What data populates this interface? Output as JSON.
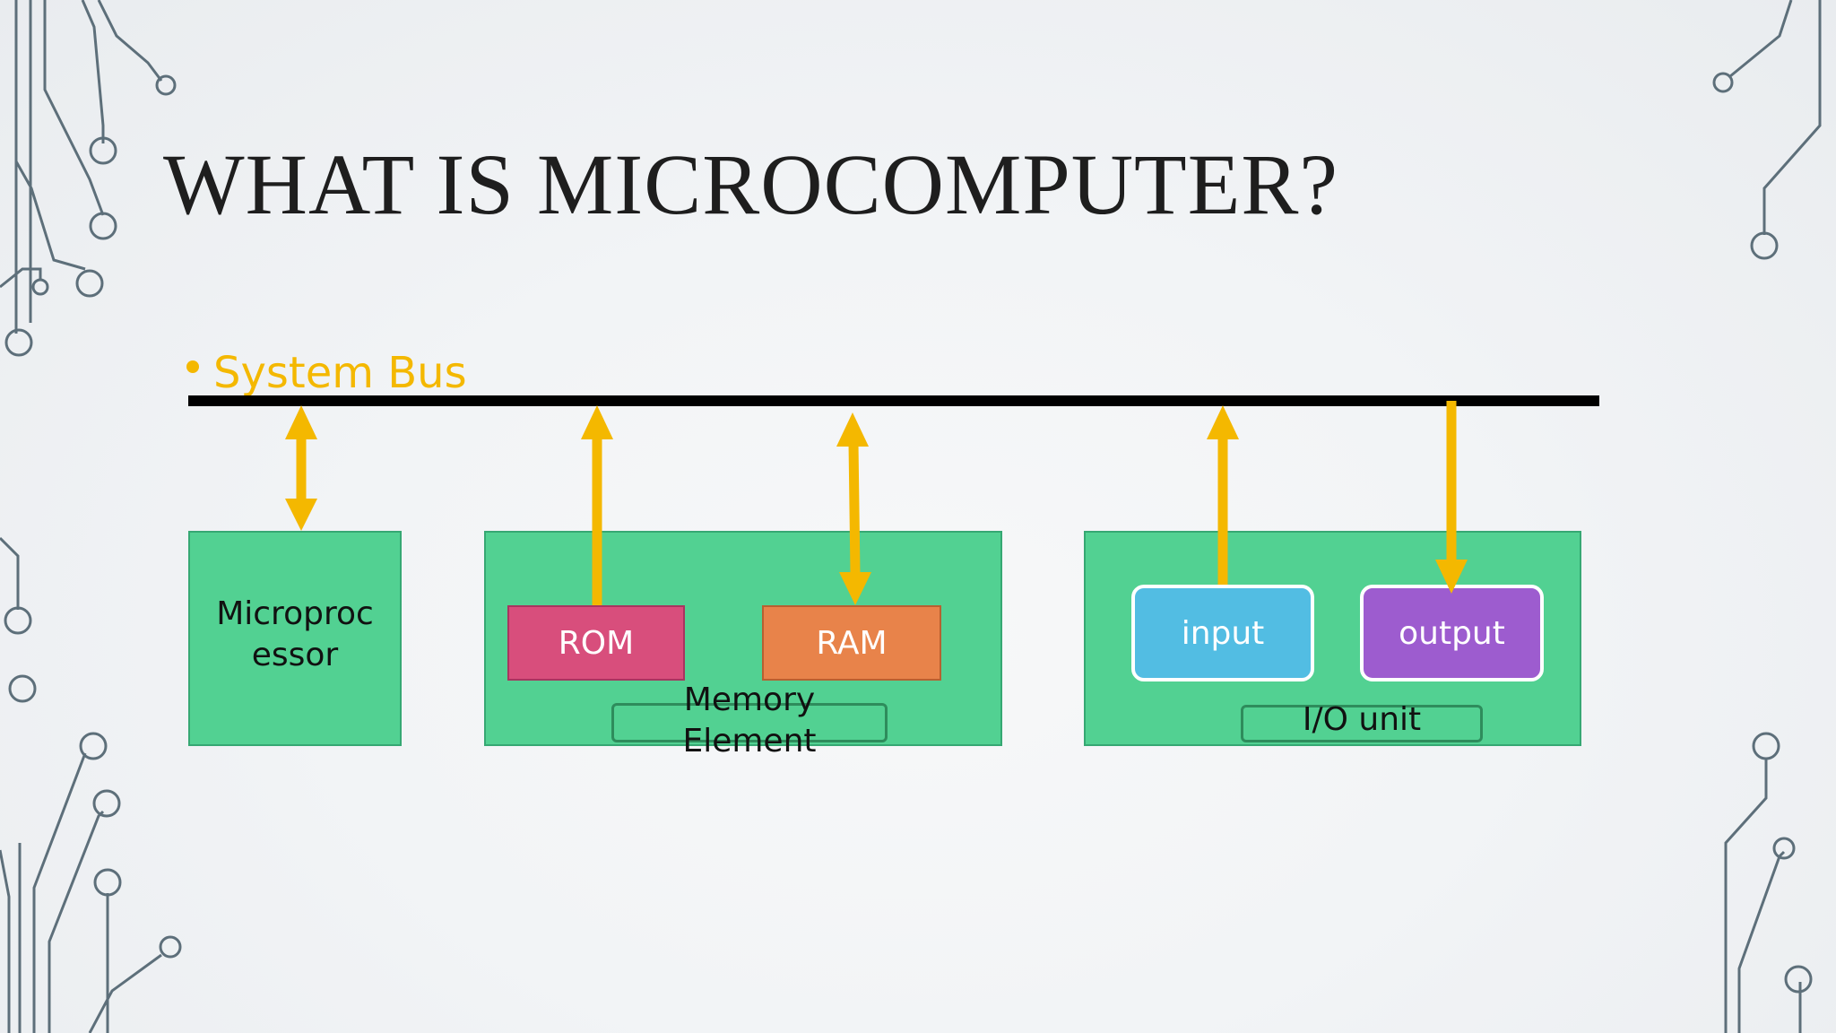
{
  "slide": {
    "title": "WHAT IS MICROCOMPUTER?"
  },
  "diagram": {
    "bus_label": "System Bus",
    "microprocessor": {
      "line1": "Microproc",
      "line2": "essor"
    },
    "memory": {
      "rom": "ROM",
      "ram": "RAM",
      "caption_line1": "Memory",
      "caption_line2": "Element"
    },
    "io": {
      "input": "input",
      "output": "output",
      "caption": "I/O unit"
    }
  },
  "colors": {
    "bus_label": "#f4b800",
    "arrow": "#f4b800",
    "box": "#52d192",
    "rom": "#d84e7c",
    "ram": "#e8834a",
    "input": "#52bde3",
    "output": "#9d5ccf",
    "circuit": "#5d6f7a"
  },
  "decorations": [
    "circuit-trace-decoration"
  ]
}
